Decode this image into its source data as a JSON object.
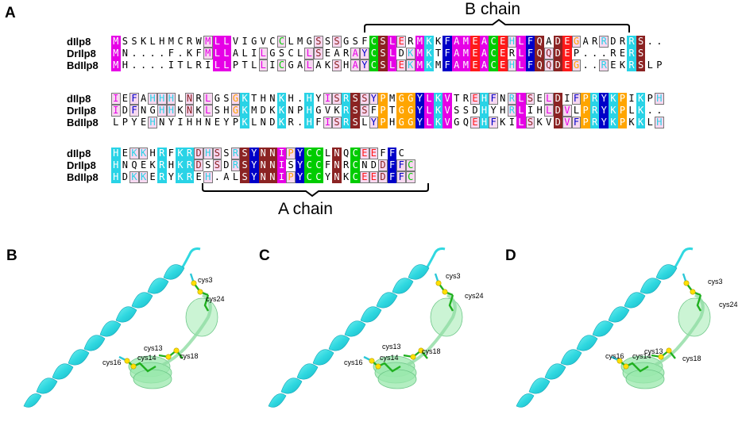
{
  "panels": {
    "a": "A",
    "b": "B",
    "c": "C",
    "d": "D"
  },
  "annotations": {
    "b_chain": "B chain",
    "a_chain": "A chain"
  },
  "sequence_names": [
    "dIlp8",
    "DrIlp8",
    "BdIlp8"
  ],
  "alignment_blocks": [
    {
      "rows": [
        "MSSKLHMCRWMLLVIGVCCLMGSSSGSFCSLERMKKFAMEACEHLFQADEGARRDRRS..",
        "MN....F.KFMLLALILGSCLLSEARAYCSLDKMKTFAMEACERLFQQDEP...RERS",
        "MH....ITLRILLPTLLICGALAKSHAYCSLEKMKMFAMEACEHLFQQDEG..REKRSLP"
      ]
    },
    {
      "rows": [
        "IEFAHHHLNRLGSGKTHNKH.HYISRSSYPMGGYLKVTREHFNRLSELDIFPRYKPIKPH",
        "IDFNGHHKNKLSHGKMDKKNPHGVKRSSFPTGGYLKVSSDHYHRLIHLDVLPRYKPLK..",
        "LPYEHNYIHHNEYPKLNDKR.HFISRSLYPHGGYLKVGQEHFKILSKVDVFPRYKPKKLH"
      ]
    },
    {
      "rows": [
        "HEKKHRFKRDHSSRSYNNIPYCCLNQCEEFFC",
        "HNQEKRHKRDSSDRSYNNISYCCFNRCNDDFFC",
        "HDKKERYKREH.ALSYNNIPYCCYNKCEEDFFC"
      ]
    }
  ],
  "cysteine_labels": {
    "b": [
      "cys3",
      "cys24",
      "cys13",
      "cys18",
      "cys16",
      "cys14"
    ],
    "c": [
      "cys3",
      "cys24",
      "cys13",
      "cys18",
      "cys16",
      "cys14"
    ],
    "d": [
      "cys3",
      "cys24",
      "cys13",
      "cys18",
      "cys16",
      "cys14"
    ]
  },
  "colors": {
    "magenta": "#e600e6",
    "cyan": "#29d3e6",
    "green": "#00cc00",
    "blue": "#0000c8",
    "dark_red": "#8b2323",
    "orange": "#ffa500",
    "red": "#ff1a1a",
    "light_pink": "#f7d8f0",
    "helix_cyan": "#30e0e0",
    "helix_green": "#98e6a8",
    "sulfur": "#ffe000"
  }
}
